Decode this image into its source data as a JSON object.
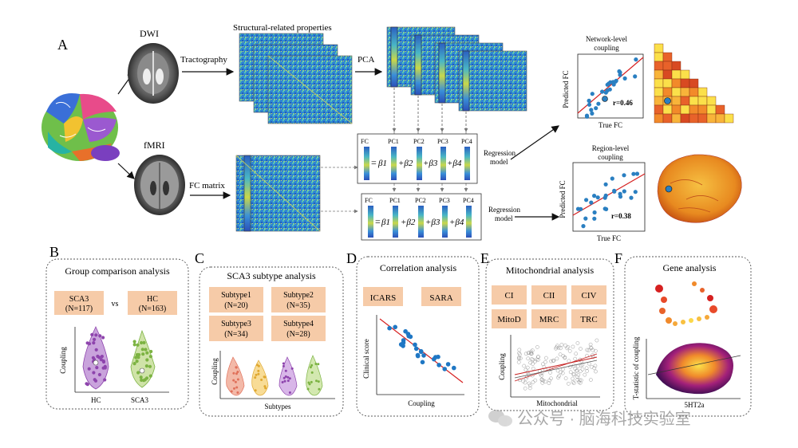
{
  "panelA": {
    "letter": "A",
    "dwi": "DWI",
    "fmri": "fMRI",
    "tractography": "Tractography",
    "structural_title": "Structural-related properties",
    "pca": "PCA",
    "fc_matrix": "FC matrix",
    "eq": {
      "fc": "FC",
      "pc1": "PC1",
      "pc2": "PC2",
      "pc3": "PC3",
      "pc4": "PC4",
      "eq_sign": "=",
      "b1": "β1",
      "b2": "+β2",
      "b3": "+β3",
      "b4": "+β4"
    },
    "regression_model": [
      "Regression",
      "model"
    ],
    "network": {
      "title": [
        "Network-level",
        "coupling"
      ],
      "ylabel": "Predicted FC",
      "xlabel": "True FC",
      "r": "r=0.46"
    },
    "region": {
      "title": [
        "Region-level",
        "coupling"
      ],
      "ylabel": "Predicted FC",
      "xlabel": "True FC",
      "r": "r=0.38"
    }
  },
  "panelB": {
    "letter": "B",
    "title": "Group comparison analysis",
    "group1": [
      "SCA3",
      "(N=117)"
    ],
    "vs": "vs",
    "group2": [
      "HC",
      "(N=163)"
    ],
    "ylabel": "Coupling",
    "x1": "HC",
    "x2": "SCA3"
  },
  "panelC": {
    "letter": "C",
    "title": "SCA3 subtype analysis",
    "subtypes": [
      [
        "Subtype1",
        "(N=20)"
      ],
      [
        "Subtype2",
        "(N=35)"
      ],
      [
        "Subtype3",
        "(N=34)"
      ],
      [
        "Subtype4",
        "(N=28)"
      ]
    ],
    "ylabel": "Coupling",
    "xlabel": "Subtypes"
  },
  "panelD": {
    "letter": "D",
    "title": "Correlation analysis",
    "boxes": [
      "ICARS",
      "SARA"
    ],
    "ylabel": "Clinical score",
    "xlabel": "Coupling"
  },
  "panelE": {
    "letter": "E",
    "title": "Mitochondrial  analysis",
    "boxes": [
      "CI",
      "CII",
      "CIV",
      "MitoD",
      "MRC",
      "TRC"
    ],
    "ylabel": "Coupling",
    "xlabel": "Mitochondrial"
  },
  "panelF": {
    "letter": "F",
    "title": "Gene analysis",
    "ylabel": "T-statistic of coupling",
    "xlabel": "5HT2a"
  },
  "watermark": "公众号 · 脑海科技实验室",
  "colors": {
    "box_fill": "#f6cba8",
    "purple": "#8e44ad",
    "green": "#7cb342",
    "blue": "#2a7fc1",
    "red": "#d62020"
  }
}
